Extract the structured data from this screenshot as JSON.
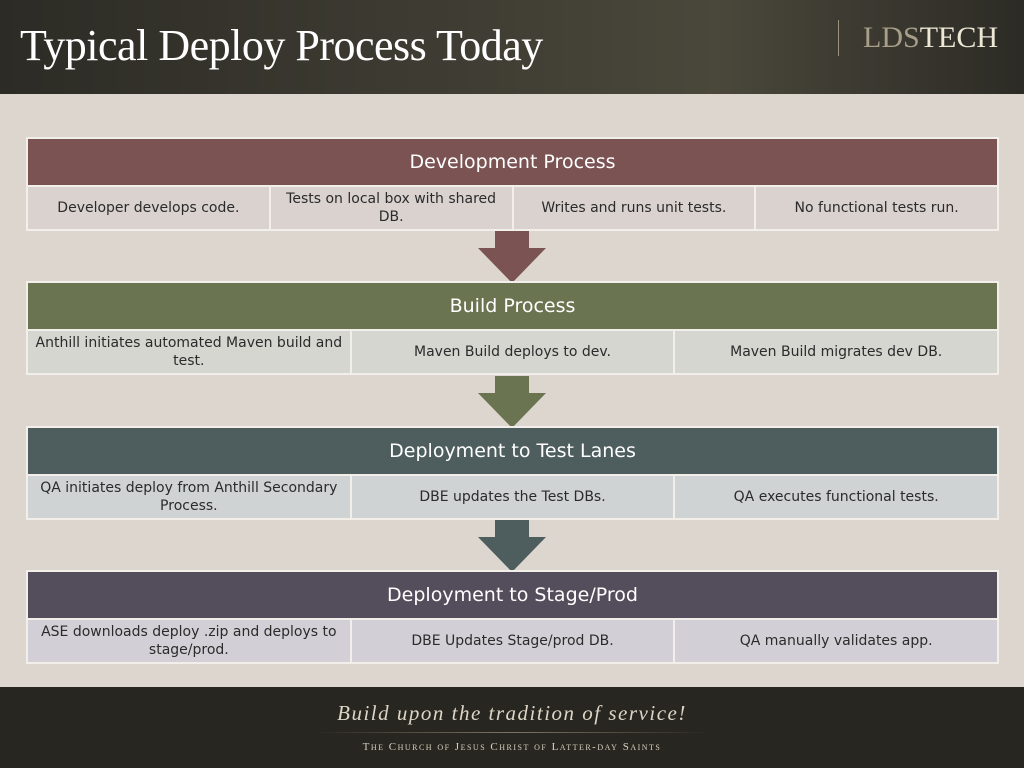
{
  "header": {
    "title": "Typical Deploy Process Today"
  },
  "logo": {
    "part1": "LDS",
    "part2": "TECH"
  },
  "phases": [
    {
      "title": "Development Process",
      "color": "#7a5352",
      "cell_bg": "#d9d2cf",
      "steps": [
        "Developer develops code.",
        "Tests on local box with shared DB.",
        "Writes and runs unit tests.",
        "No functional tests run."
      ]
    },
    {
      "title": "Build Process",
      "color": "#6a7450",
      "cell_bg": "#d4d6cf",
      "steps": [
        "Anthill initiates automated Maven build and test.",
        "Maven Build deploys to dev.",
        "Maven Build migrates dev DB."
      ]
    },
    {
      "title": "Deployment to Test Lanes",
      "color": "#4e5e5e",
      "cell_bg": "#cfd3d3",
      "steps": [
        "QA initiates deploy from Anthill Secondary Process.",
        "DBE updates the Test DBs.",
        "QA executes functional tests."
      ]
    },
    {
      "title": "Deployment to Stage/Prod",
      "color": "#544e5c",
      "cell_bg": "#d2d0d6",
      "steps": [
        "ASE downloads deploy .zip and deploys to stage/prod.",
        "DBE Updates Stage/prod DB.",
        "QA manually validates app."
      ]
    }
  ],
  "footer": {
    "tagline": "Build upon the tradition of service!",
    "church": "The Church of Jesus Christ of Latter-day Saints"
  }
}
